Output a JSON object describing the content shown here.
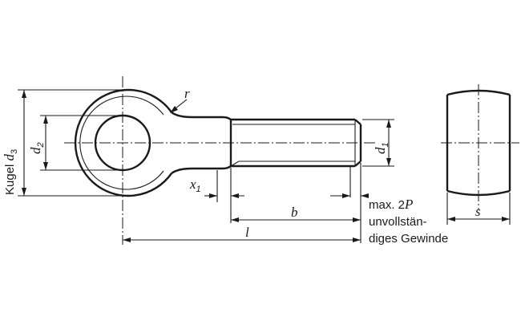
{
  "labels": {
    "kugel_prefix": "Kugel ",
    "d3_letter": "d",
    "d3_sub": "3",
    "d2_letter": "d",
    "d2_sub": "2",
    "d1_letter": "d",
    "d1_sub": "1",
    "r_letter": "r",
    "x1_letter": "x",
    "x1_sub": "1",
    "b_letter": "b",
    "l_letter": "l",
    "s_letter": "s",
    "note_max": "max. 2",
    "note_p": "P",
    "note_line2": "unvollstän-",
    "note_line3": "diges Gewinde"
  }
}
